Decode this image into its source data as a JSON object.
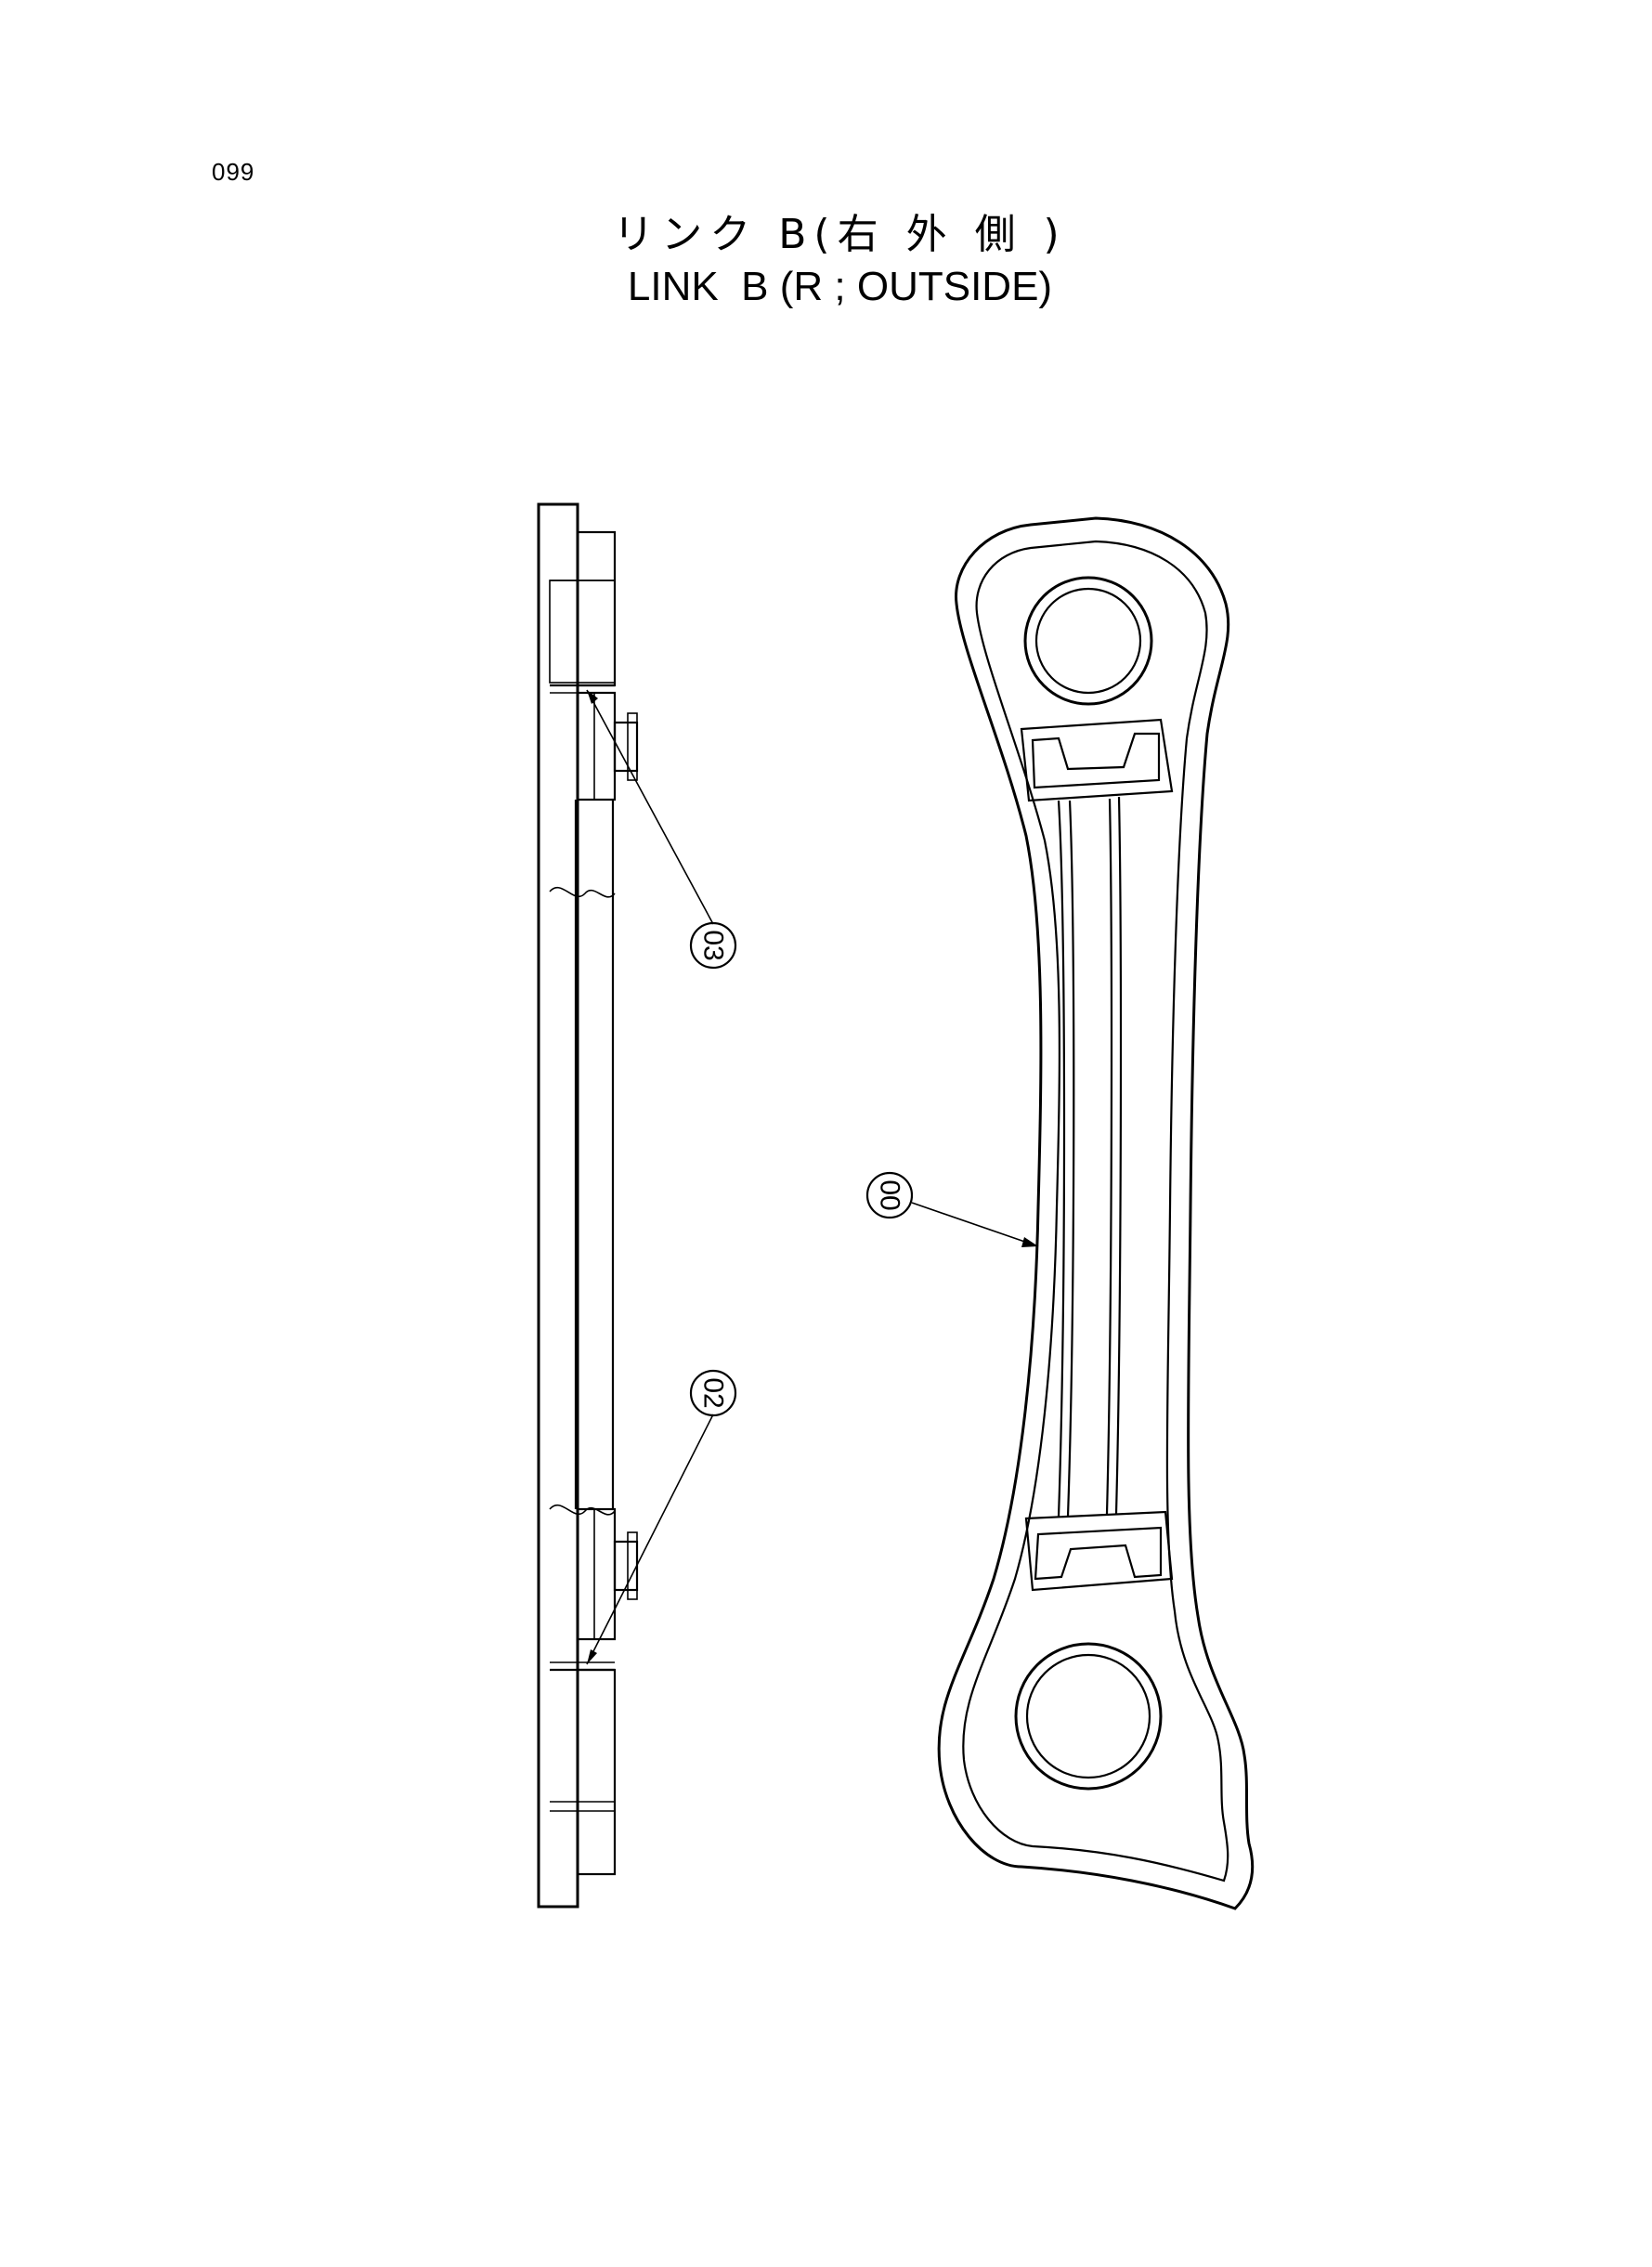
{
  "page": {
    "number": "099",
    "title_ja": "リンク B(右 外 側 )",
    "title_en": "LINK  B (R ; OUTSIDE)"
  },
  "callouts": {
    "part_03": "03",
    "part_00": "00",
    "part_02": "02"
  }
}
